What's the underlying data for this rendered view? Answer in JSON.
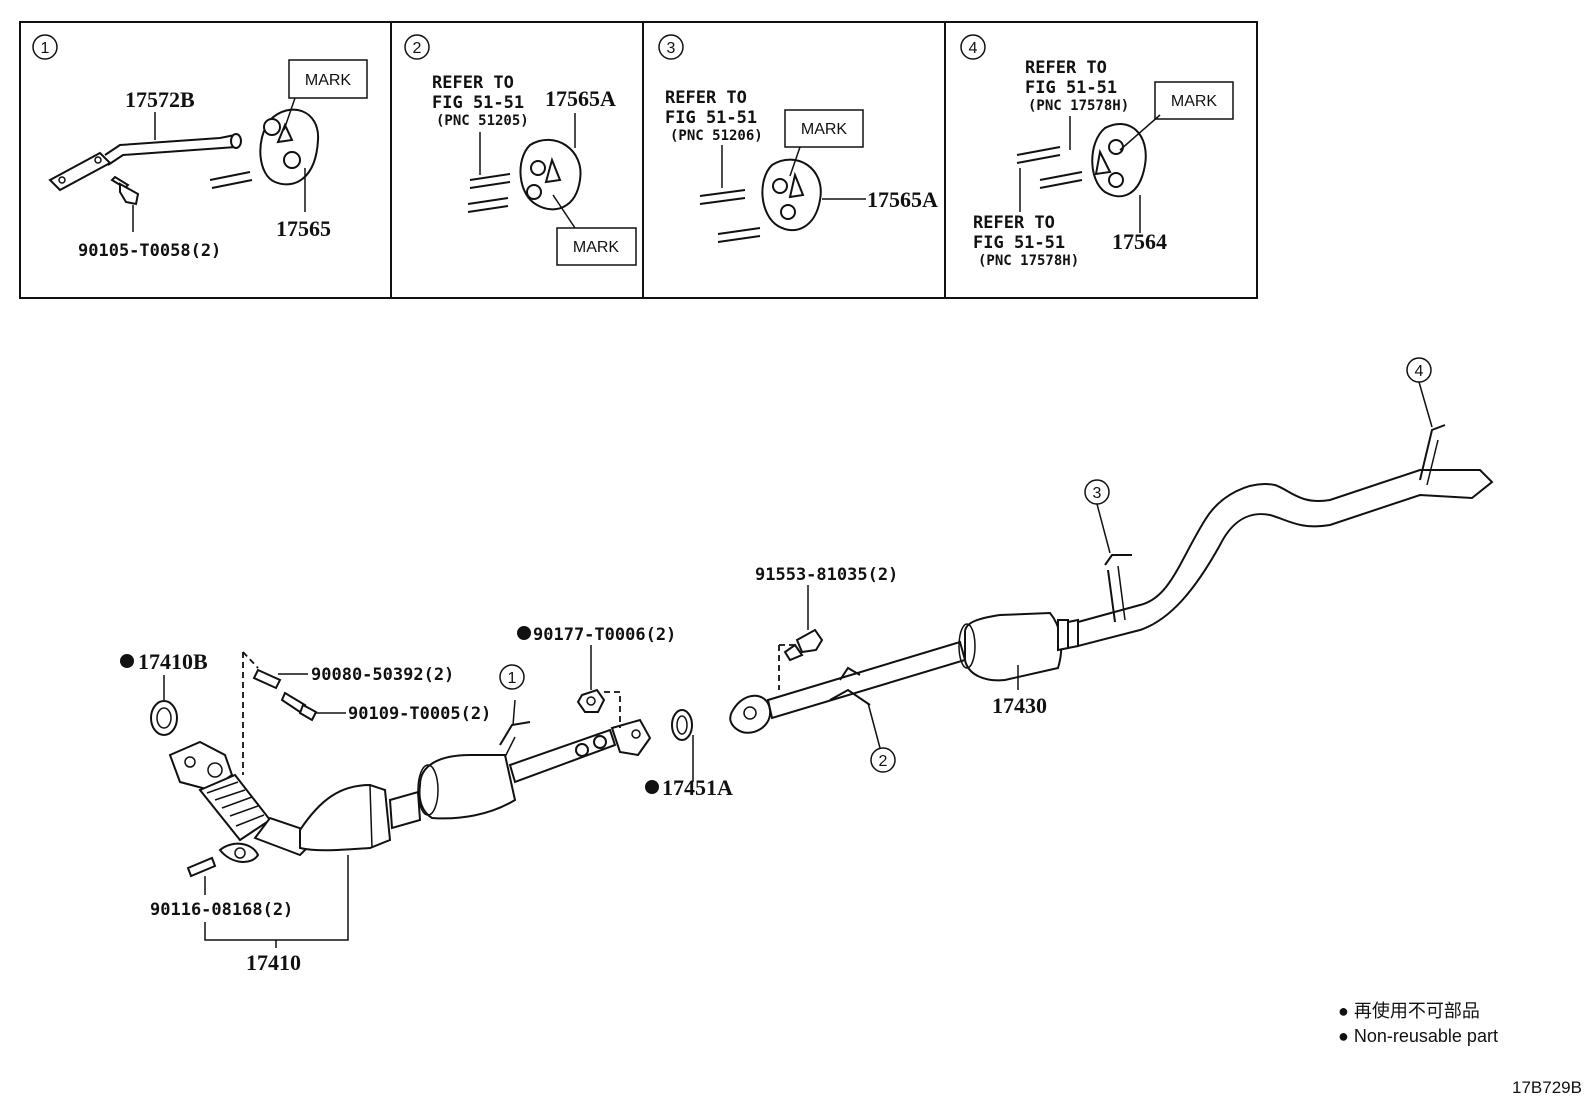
{
  "panels": [
    {
      "index": "1",
      "labels": [
        "17572B",
        "90105-T0058(2)",
        "17565"
      ],
      "mark": "MARK"
    },
    {
      "index": "2",
      "refer": [
        "REFER TO",
        "FIG 51-51",
        "(PNC 51205)"
      ],
      "labels": [
        "17565A"
      ],
      "mark": "MARK"
    },
    {
      "index": "3",
      "refer": [
        "REFER TO",
        "FIG 51-51",
        "(PNC 51206)"
      ],
      "labels": [
        "17565A"
      ],
      "mark": "MARK"
    },
    {
      "index": "4",
      "refer_top": [
        "REFER TO",
        "FIG 51-51",
        "(PNC 17578H)"
      ],
      "refer_bottom": [
        "REFER TO",
        "FIG 51-51",
        "(PNC 17578H)"
      ],
      "labels": [
        "17564"
      ],
      "mark": "MARK"
    }
  ],
  "main": {
    "callouts": [
      "1",
      "2",
      "3",
      "4"
    ],
    "parts": {
      "p17410B": "17410B",
      "p90080": "90080-50392(2)",
      "p90109": "90109-T0005(2)",
      "p90177": "90177-T0006(2)",
      "p91553": "91553-81035(2)",
      "p17451A": "17451A",
      "p17430": "17430",
      "p90116": "90116-08168(2)",
      "p17410": "17410"
    }
  },
  "legend": {
    "line1": "● 再使用不可部品",
    "line2": "● Non-reusable part"
  },
  "figure_code": "17B729B"
}
